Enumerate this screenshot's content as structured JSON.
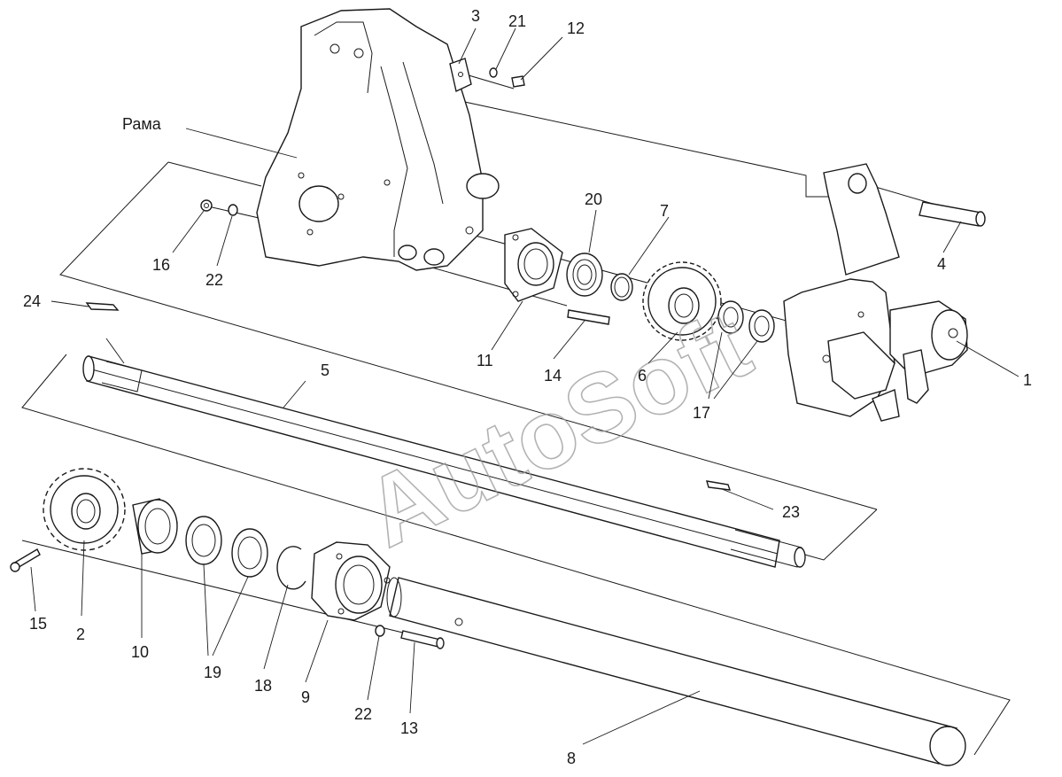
{
  "labels": {
    "frame": "Рама",
    "p1": "1",
    "p2": "2",
    "p3": "3",
    "p4": "4",
    "p5": "5",
    "p6": "6",
    "p7": "7",
    "p8": "8",
    "p9": "9",
    "p10": "10",
    "p11": "11",
    "p12": "12",
    "p13": "13",
    "p14": "14",
    "p15": "15",
    "p16": "16",
    "p17": "17",
    "p18": "18",
    "p19": "19",
    "p20": "20",
    "p21": "21",
    "p22_top": "22",
    "p22_bottom": "22",
    "p23": "23",
    "p24": "24"
  },
  "watermark": "AutoSoft",
  "colors": {
    "line": "#1a1a1a",
    "watermark": "#9a9a9a",
    "background": "#ffffff"
  }
}
